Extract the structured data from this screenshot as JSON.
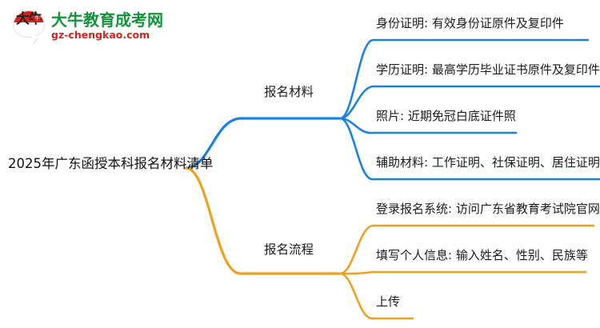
{
  "logo": {
    "mark_text": "大牛",
    "mark_badge": "牛",
    "name_cn": "大牛教育成考网",
    "name_en": "gz-chengkao.com",
    "brand_green": "#13933a",
    "brand_red": "#d5231f"
  },
  "mindmap": {
    "root": "2025年广东函授本科报名材料清单",
    "colors": {
      "blue": "#1a82e2",
      "orange": "#f0a020",
      "text": "#1c1c1c"
    },
    "branches": [
      {
        "label": "报名材料",
        "color": "#1a82e2",
        "leaves": [
          "身份证明: 有效身份证原件及复印件",
          "学历证明: 最高学历毕业证书原件及复印件",
          "照片: 近期免冠白底证件照",
          "辅助材料: 工作证明、社保证明、居住证明等"
        ]
      },
      {
        "label": "报名流程",
        "color": "#f0a020",
        "leaves": [
          "登录报名系统: 访问广东省教育考试院官网",
          "填写个人信息: 输入姓名、性别、民族等",
          "上传"
        ]
      }
    ]
  }
}
